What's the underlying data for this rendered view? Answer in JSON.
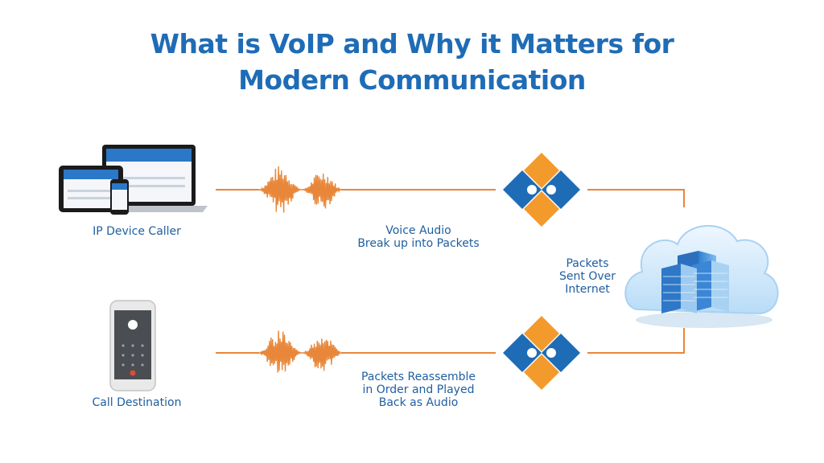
{
  "title": {
    "line1": "What is VoIP and Why it Matters for",
    "line2": "Modern Communication"
  },
  "labels": {
    "caller": "IP Device Caller",
    "destination": "Call Destination",
    "break_up": [
      "Voice Audio",
      "Break up into Packets"
    ],
    "sent_over": [
      "Packets",
      "Sent Over",
      "Internet"
    ],
    "reassemble": [
      "Packets Reassemble",
      "in Order and Played",
      "Back as Audio"
    ]
  },
  "colors": {
    "title": "#1f6cb6",
    "line": "#e8873a",
    "puzzle_orange": "#f39a2c",
    "puzzle_blue": "#1f6cb6",
    "label": "#1f5fa0"
  },
  "icons": [
    "laptop-icon",
    "tablet-icon",
    "smartphone-icon",
    "soundwave-icon",
    "puzzle-icon",
    "cloud-server-icon"
  ]
}
